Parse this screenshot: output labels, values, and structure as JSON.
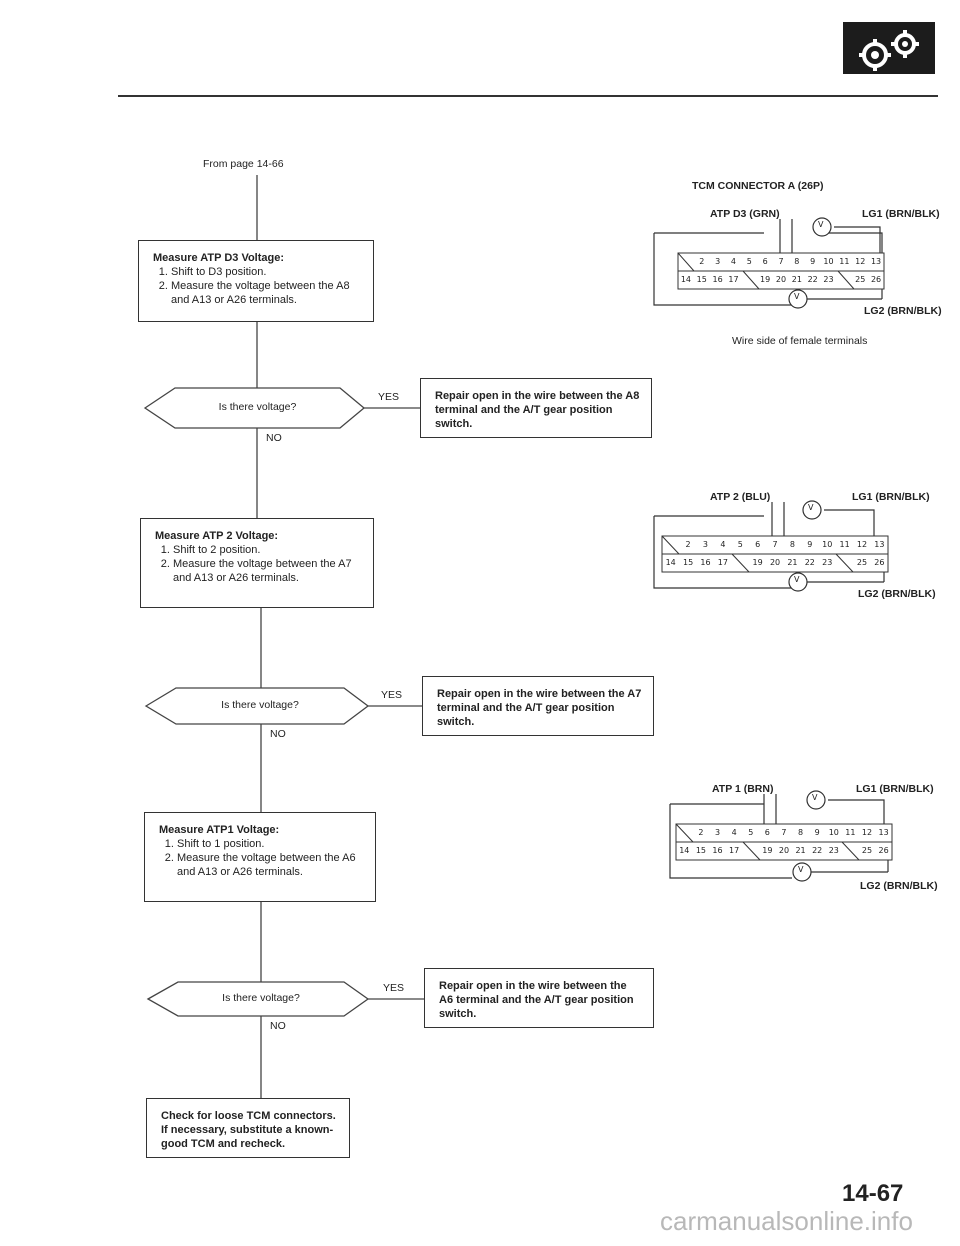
{
  "header": {
    "icon": "gear-icon"
  },
  "from_page": "From page 14-66",
  "steps": [
    {
      "title": "Measure ATP D3 Voltage:",
      "items": [
        "Shift to D3 position.",
        "Measure the voltage between the A8 and A13 or A26 terminals."
      ]
    },
    {
      "title": "Measure ATP 2 Voltage:",
      "items": [
        "Shift to 2 position.",
        "Measure the voltage between the A7 and A13 or A26 terminals."
      ]
    },
    {
      "title": "Measure ATP1 Voltage:",
      "items": [
        "Shift to 1 position.",
        "Measure the voltage between the A6 and A13 or A26 terminals."
      ]
    }
  ],
  "decisions": [
    "Is there voltage?",
    "Is there voltage?",
    "Is there voltage?"
  ],
  "yes": "YES",
  "no": "NO",
  "repairs": [
    "Repair open in the wire between the A8 terminal and the A/T gear position switch.",
    "Repair open in the wire between the A7 terminal and the A/T gear position switch.",
    "Repair open in the wire between the A6 terminal and the A/T gear position switch."
  ],
  "final": "Check for loose TCM connectors. If necessary, substitute a known-good TCM and recheck.",
  "connector": {
    "title": "TCM CONNECTOR A (26P)",
    "caption": "Wire side of female terminals",
    "voltmeter": "V",
    "top_row": [
      "",
      "2",
      "3",
      "4",
      "5",
      "6",
      "7",
      "8",
      "9",
      "10",
      "11",
      "12",
      "13"
    ],
    "bottom_row": [
      "14",
      "15",
      "16",
      "17",
      "",
      "19",
      "20",
      "21",
      "22",
      "23",
      "",
      "25",
      "26"
    ],
    "diagrams": [
      {
        "probe": "ATP D3 (GRN)",
        "lg1": "LG1 (BRN/BLK)",
        "lg2": "LG2 (BRN/BLK)"
      },
      {
        "probe": "ATP 2 (BLU)",
        "lg1": "LG1 (BRN/BLK)",
        "lg2": "LG2 (BRN/BLK)"
      },
      {
        "probe": "ATP 1 (BRN)",
        "lg1": "LG1 (BRN/BLK)",
        "lg2": "LG2 (BRN/BLK)"
      }
    ]
  },
  "page_number": "14-67",
  "watermark": "carmanualsonline.info"
}
